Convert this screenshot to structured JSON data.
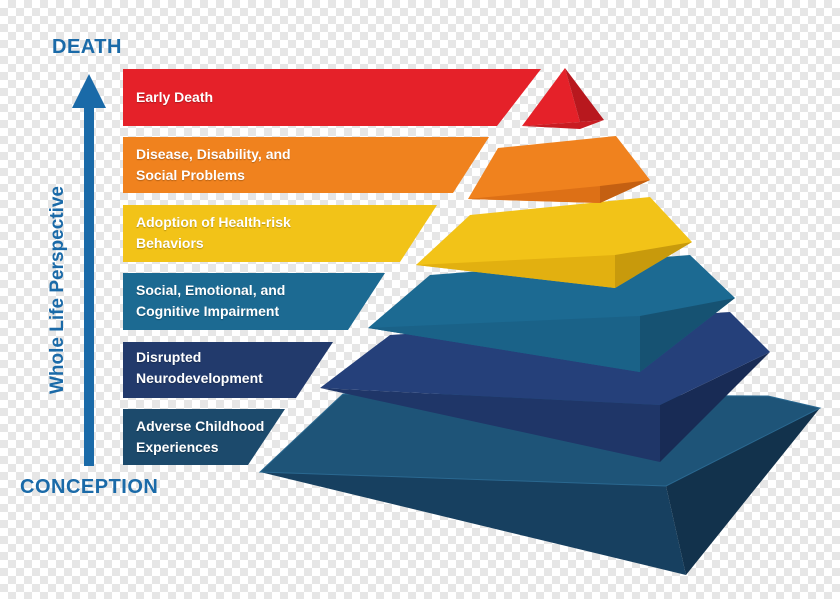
{
  "axis": {
    "top": "DEATH",
    "bottom": "CONCEPTION",
    "side": "Whole Life Perspective"
  },
  "levels": [
    {
      "label": "Early Death",
      "color": "#e52129"
    },
    {
      "label": "Disease, Disability, and\nSocial Problems",
      "color": "#f0821e"
    },
    {
      "label": "Adoption of Health-risk\nBehaviors",
      "color": "#f2c318"
    },
    {
      "label": "Social, Emotional, and\nCognitive Impairment",
      "color": "#1c6a92"
    },
    {
      "label": "Disrupted\nNeurodevelopment",
      "color": "#223a6c"
    },
    {
      "label": "Adverse Childhood\nExperiences",
      "color": "#1c4a6c"
    }
  ],
  "colors": {
    "arrow": "#1a6aa8"
  }
}
